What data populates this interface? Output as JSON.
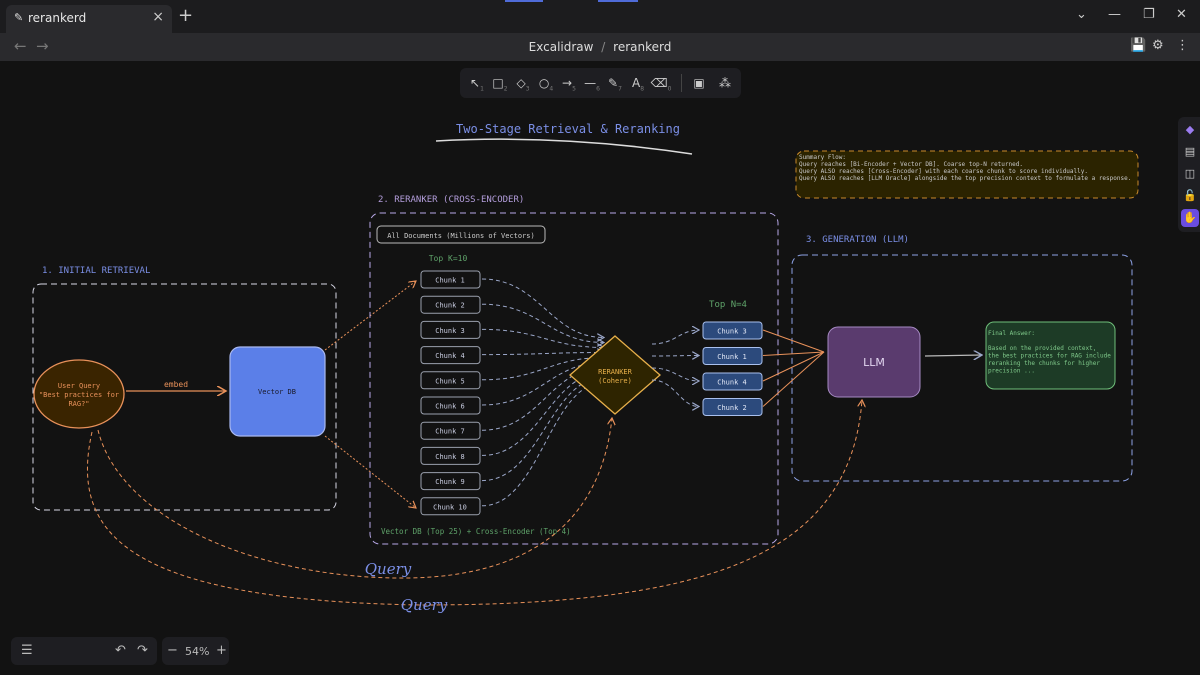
{
  "window": {
    "tab_title": "rerankerd",
    "app_icon": "excalidraw-icon"
  },
  "nav": {
    "breadcrumb_app": "Excalidraw",
    "breadcrumb_sep": "/",
    "breadcrumb_file": "rerankerd"
  },
  "toolbar": {
    "tools": [
      {
        "name": "selection",
        "sub": "1"
      },
      {
        "name": "rectangle",
        "sub": "2"
      },
      {
        "name": "diamond",
        "sub": "3"
      },
      {
        "name": "ellipse",
        "sub": "4"
      },
      {
        "name": "arrow",
        "sub": "5"
      },
      {
        "name": "line",
        "sub": "6"
      },
      {
        "name": "draw",
        "sub": "7"
      },
      {
        "name": "text",
        "sub": "8"
      },
      {
        "name": "eraser",
        "sub": "0"
      },
      {
        "name": "image",
        "sub": ""
      },
      {
        "name": "more-tools",
        "sub": ""
      }
    ]
  },
  "diagram": {
    "title": "Two-Stage Retrieval & Reranking",
    "summary_lines": [
      "Summary Flow:",
      "Query reaches [Bi-Encoder + Vector DB]. Coarse top-N returned.",
      "Query ALSO reaches [Cross-Encoder] with each coarse chunk to score individually.",
      "Query ALSO reaches [LLM Oracle] alongside the top precision context to formulate a response."
    ],
    "section1": "1. INITIAL RETRIEVAL",
    "section2": "2. RERANKER (CROSS-ENCODER)",
    "section3": "3. GENERATION (LLM)",
    "user_query_line1": "User Query",
    "user_query_line2": "\"Best practices for",
    "user_query_line3": "RAG?\"",
    "embed_label": "embed",
    "vector_db": "Vector DB",
    "all_docs": "All Documents (Millions of Vectors)",
    "top_k": "Top K=10",
    "chunks": [
      "Chunk 1",
      "Chunk 2",
      "Chunk 3",
      "Chunk 4",
      "Chunk 5",
      "Chunk 6",
      "Chunk 7",
      "Chunk 8",
      "Chunk 9",
      "Chunk 10"
    ],
    "reranker_line1": "RERANKER",
    "reranker_line2": "(Cohere)",
    "top_n": "Top N=4",
    "reranked": [
      "Chunk 3",
      "Chunk 1",
      "Chunk 4",
      "Chunk 2"
    ],
    "llm": "LLM",
    "final_lines": [
      "Final Answer:",
      "",
      "Based on the provided context,",
      "the best practices for RAG include",
      "reranking the chunks for higher",
      "precision ..."
    ],
    "footer_note": "Vector DB (Top 25)  +  Cross-Encoder (Top 4)",
    "query_label_1": "Query",
    "query_label_2": "Query"
  },
  "zoom": {
    "level": "54%",
    "minus": "−",
    "plus": "+"
  },
  "colors": {
    "blue": "#7b8fe6",
    "purple": "#b39ddb",
    "orange": "#e8915a",
    "chunk_border": "#9aa0ad",
    "reranked_fill": "#2c4a7c",
    "vectordb_fill": "#5b7fe8",
    "llm_fill": "#5a3b6e",
    "final_fill": "#1d3b26",
    "accent": "#6a4de0"
  }
}
